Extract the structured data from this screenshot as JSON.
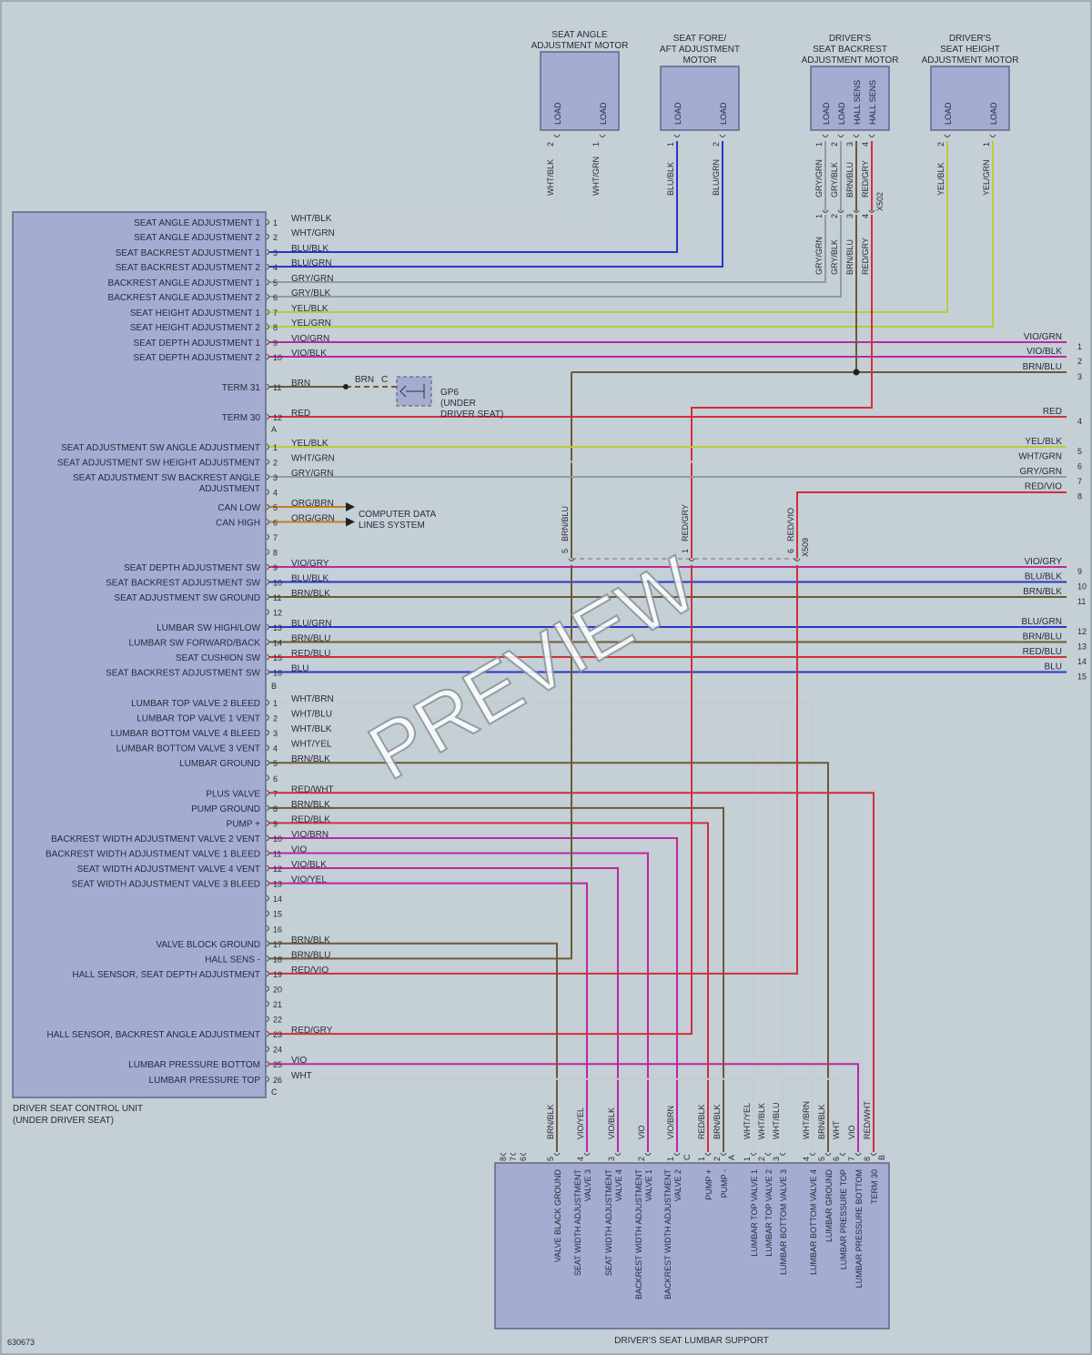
{
  "figure_id": "630673",
  "watermark": "PREVIEW",
  "ecu": {
    "title_line1": "DRIVER SEAT CONTROL UNIT",
    "title_line2": "(UNDER DRIVER SEAT)",
    "connector_A": "A",
    "connector_B": "B",
    "connector_C": "C"
  },
  "motors": [
    {
      "id": "seat-angle",
      "title": [
        "SEAT ANGLE",
        "ADJUSTMENT MOTOR"
      ],
      "pins": [
        {
          "num": "2",
          "label": "LOAD",
          "wire": "WHT/BLK"
        },
        {
          "num": "1",
          "label": "LOAD",
          "wire": "WHT/GRN"
        }
      ]
    },
    {
      "id": "seat-fore-aft",
      "title": [
        "SEAT FORE/",
        "AFT ADJUSTMENT",
        "MOTOR"
      ],
      "pins": [
        {
          "num": "1",
          "label": "LOAD",
          "wire": "BLU/BLK"
        },
        {
          "num": "2",
          "label": "LOAD",
          "wire": "BLU/GRN"
        }
      ]
    },
    {
      "id": "seat-backrest",
      "title": [
        "DRIVER'S",
        "SEAT BACKREST",
        "ADJUSTMENT MOTOR"
      ],
      "pins": [
        {
          "num": "1",
          "label": "LOAD",
          "wire": "GRY/GRN"
        },
        {
          "num": "2",
          "label": "LOAD",
          "wire": "GRY/BLK"
        },
        {
          "num": "3",
          "label": "HALL SENS",
          "wire": "BRN/BLU"
        },
        {
          "num": "4",
          "label": "HALL SENS",
          "wire": "RED/GRY"
        }
      ]
    },
    {
      "id": "seat-height",
      "title": [
        "DRIVER'S",
        "SEAT HEIGHT",
        "ADJUSTMENT MOTOR"
      ],
      "pins": [
        {
          "num": "2",
          "label": "LOAD",
          "wire": "YEL/BLK"
        },
        {
          "num": "1",
          "label": "LOAD",
          "wire": "YEL/GRN"
        }
      ]
    }
  ],
  "connector_x502": {
    "name": "X502",
    "pins": [
      {
        "num": "1",
        "wire": "GRY/GRN"
      },
      {
        "num": "2",
        "wire": "GRY/BLK"
      },
      {
        "num": "3",
        "wire": "BRN/BLU"
      },
      {
        "num": "4",
        "wire": "RED/GRY"
      }
    ]
  },
  "lower_wires": [
    "GRY/GRN",
    "GRY/BLK",
    "BRN/BLU",
    "RED/GRY"
  ],
  "ground": {
    "wire": "BRN",
    "connector": "C",
    "name": "GP6",
    "note_line1": "(UNDER",
    "note_line2": "DRIVER SEAT)"
  },
  "can_note": {
    "line1": "COMPUTER DATA",
    "line2": "LINES SYSTEM"
  },
  "connector_x509": {
    "name": "X509",
    "pins": [
      {
        "num": "5",
        "wire": "BRN/BLU"
      },
      {
        "num": "1",
        "wire": "RED/GRY"
      },
      {
        "num": "6",
        "wire": "RED/VIO"
      }
    ]
  },
  "pins_A": [
    {
      "num": "1",
      "func": "SEAT ANGLE ADJUSTMENT 1",
      "wire": "WHT/BLK"
    },
    {
      "num": "2",
      "func": "SEAT ANGLE ADJUSTMENT 2",
      "wire": "WHT/GRN"
    },
    {
      "num": "3",
      "func": "SEAT BACKREST ADJUSTMENT 1",
      "wire": "BLU/BLK"
    },
    {
      "num": "4",
      "func": "SEAT BACKREST ADJUSTMENT 2",
      "wire": "BLU/GRN"
    },
    {
      "num": "5",
      "func": "BACKREST ANGLE ADJUSTMENT 1",
      "wire": "GRY/GRN"
    },
    {
      "num": "6",
      "func": "BACKREST ANGLE ADJUSTMENT 2",
      "wire": "GRY/BLK"
    },
    {
      "num": "7",
      "func": "SEAT HEIGHT ADJUSTMENT 1",
      "wire": "YEL/BLK"
    },
    {
      "num": "8",
      "func": "SEAT HEIGHT ADJUSTMENT 2",
      "wire": "YEL/GRN"
    },
    {
      "num": "9",
      "func": "SEAT DEPTH ADJUSTMENT 1",
      "wire": "VIO/GRN",
      "right": "VIO/GRN",
      "rnum": "1"
    },
    {
      "num": "10",
      "func": "SEAT DEPTH ADJUSTMENT 2",
      "wire": "VIO/BLK",
      "right": "VIO/BLK",
      "rnum": "2"
    },
    {
      "num": "",
      "func": "",
      "wire": "",
      "right": "BRN/BLU",
      "rnum": "3"
    },
    {
      "num": "11",
      "func": "TERM 31",
      "wire": "BRN"
    },
    {
      "num": "12",
      "func": "TERM 30",
      "wire": "RED",
      "right": "RED",
      "rnum": "4"
    }
  ],
  "pins_B": [
    {
      "num": "1",
      "func": "SEAT ADJUSTMENT SW ANGLE ADJUSTMENT",
      "wire": "YEL/BLK",
      "right": "YEL/BLK",
      "rnum": "5"
    },
    {
      "num": "2",
      "func": "SEAT ADJUSTMENT SW HEIGHT ADJUSTMENT",
      "wire": "WHT/GRN",
      "right": "WHT/GRN",
      "rnum": "6"
    },
    {
      "num": "3",
      "func": "SEAT ADJUSTMENT SW BACKREST ANGLE",
      "func2": "ADJUSTMENT",
      "wire": "GRY/GRN",
      "right": "GRY/GRN",
      "rnum": "7"
    },
    {
      "num": "4",
      "func": "",
      "wire": "",
      "right": "RED/VIO",
      "rnum": "8"
    },
    {
      "num": "5",
      "func": "CAN LOW",
      "wire": "ORG/BRN"
    },
    {
      "num": "6",
      "func": "CAN HIGH",
      "wire": "ORG/GRN"
    },
    {
      "num": "7",
      "func": "",
      "wire": ""
    },
    {
      "num": "8",
      "func": "",
      "wire": ""
    },
    {
      "num": "9",
      "func": "SEAT DEPTH ADJUSTMENT SW",
      "wire": "VIO/GRY",
      "right": "VIO/GRY",
      "rnum": "9"
    },
    {
      "num": "10",
      "func": "SEAT BACKREST ADJUSTMENT SW",
      "wire": "BLU/BLK",
      "right": "BLU/BLK",
      "rnum": "10"
    },
    {
      "num": "11",
      "func": "SEAT ADJUSTMENT SW GROUND",
      "wire": "BRN/BLK",
      "right": "BRN/BLK",
      "rnum": "11"
    },
    {
      "num": "12",
      "func": "",
      "wire": ""
    },
    {
      "num": "13",
      "func": "LUMBAR SW HIGH/LOW",
      "wire": "BLU/GRN",
      "right": "BLU/GRN",
      "rnum": "12"
    },
    {
      "num": "14",
      "func": "LUMBAR SW FORWARD/BACK",
      "wire": "BRN/BLU",
      "right": "BRN/BLU",
      "rnum": "13"
    },
    {
      "num": "15",
      "func": "SEAT CUSHION SW",
      "wire": "RED/BLU",
      "right": "RED/BLU",
      "rnum": "14"
    },
    {
      "num": "16",
      "func": "SEAT BACKREST ADJUSTMENT SW",
      "wire": "BLU",
      "right": "BLU",
      "rnum": "15"
    }
  ],
  "pins_C": [
    {
      "num": "1",
      "func": "LUMBAR TOP VALVE 2 BLEED",
      "wire": "WHT/BRN"
    },
    {
      "num": "2",
      "func": "LUMBAR TOP VALVE 1 VENT",
      "wire": "WHT/BLU"
    },
    {
      "num": "3",
      "func": "LUMBAR BOTTOM VALVE 4 BLEED",
      "wire": "WHT/BLK"
    },
    {
      "num": "4",
      "func": "LUMBAR BOTTOM VALVE 3 VENT",
      "wire": "WHT/YEL"
    },
    {
      "num": "5",
      "func": "LUMBAR GROUND",
      "wire": "BRN/BLK"
    },
    {
      "num": "6",
      "func": "",
      "wire": ""
    },
    {
      "num": "7",
      "func": "PLUS VALVE",
      "wire": "RED/WHT"
    },
    {
      "num": "8",
      "func": "PUMP GROUND",
      "wire": "BRN/BLK"
    },
    {
      "num": "9",
      "func": "PUMP +",
      "wire": "RED/BLK"
    },
    {
      "num": "10",
      "func": "BACKREST WIDTH ADJUSTMENT VALVE 2 VENT",
      "wire": "VIO/BRN"
    },
    {
      "num": "11",
      "func": "BACKREST WIDTH ADJUSTMENT VALVE 1 BLEED",
      "wire": "VIO"
    },
    {
      "num": "12",
      "func": "SEAT WIDTH ADJUSTMENT VALVE 4 VENT",
      "wire": "VIO/BLK"
    },
    {
      "num": "13",
      "func": "SEAT WIDTH ADJUSTMENT VALVE 3 BLEED",
      "wire": "VIO/YEL"
    },
    {
      "num": "14",
      "func": "",
      "wire": ""
    },
    {
      "num": "15",
      "func": "",
      "wire": ""
    },
    {
      "num": "16",
      "func": "",
      "wire": ""
    },
    {
      "num": "17",
      "func": "VALVE BLOCK GROUND",
      "wire": "BRN/BLK"
    },
    {
      "num": "18",
      "func": "HALL SENS -",
      "wire": "BRN/BLU"
    },
    {
      "num": "19",
      "func": "HALL SENSOR, SEAT DEPTH ADJUSTMENT",
      "wire": "RED/VIO"
    },
    {
      "num": "20",
      "func": "",
      "wire": ""
    },
    {
      "num": "21",
      "func": "",
      "wire": ""
    },
    {
      "num": "22",
      "func": "",
      "wire": ""
    },
    {
      "num": "23",
      "func": "HALL SENSOR, BACKREST ANGLE ADJUSTMENT",
      "wire": "RED/GRY"
    },
    {
      "num": "24",
      "func": "",
      "wire": ""
    },
    {
      "num": "25",
      "func": "LUMBAR PRESSURE BOTTOM",
      "wire": "VIO"
    },
    {
      "num": "26",
      "func": "LUMBAR PRESSURE TOP",
      "wire": "WHT"
    }
  ],
  "lumbar": {
    "title": "DRIVER'S SEAT LUMBAR SUPPORT",
    "empty_pins_A": [
      "8",
      "7",
      "6"
    ],
    "connector_A": "A",
    "connector_B": "B",
    "connector_C": "C",
    "pins": [
      {
        "num": "5",
        "wire": "BRN/BLK",
        "label": [
          "VALVE BLACK GROUND"
        ]
      },
      {
        "num": "4",
        "wire": "VIO/YEL",
        "label": [
          "SEAT WIDTH ADJUSTMENT",
          "VALVE 3"
        ]
      },
      {
        "num": "3",
        "wire": "VIO/BLK",
        "label": [
          "SEAT WIDTH ADJUSTMENT",
          "VALVE 4"
        ]
      },
      {
        "num": "2",
        "wire": "VIO",
        "label": [
          "BACKREST WIDTH ADJUSTMENT",
          "VALVE 1"
        ]
      },
      {
        "num": "1",
        "wire": "VIO/BRN",
        "label": [
          "BACKREST WIDTH ADJUSTMENT",
          "VALVE 2"
        ]
      },
      {
        "num": "1",
        "wire": "RED/BLK",
        "label": [
          "PUMP +"
        ]
      },
      {
        "num": "2",
        "wire": "BRN/BLK",
        "label": [
          "PUMP -"
        ]
      },
      {
        "num": "1",
        "wire": "WHT/YEL",
        "label": [
          "LUMBAR TOP VALVE 1"
        ]
      },
      {
        "num": "2",
        "wire": "WHT/BLK",
        "label": [
          "LUMBAR TOP VALVE 2"
        ]
      },
      {
        "num": "3",
        "wire": "WHT/BLU",
        "label": [
          "LUMBAR BOTTOM VALVE 3"
        ]
      },
      {
        "num": "4",
        "wire": "WHT/BRN",
        "label": [
          "LUMBAR BOTTOM VALVE 4"
        ]
      },
      {
        "num": "5",
        "wire": "BRN/BLK",
        "label": [
          "LUMBAR GROUND"
        ]
      },
      {
        "num": "6",
        "wire": "WHT",
        "label": [
          "LUMBAR PRESSURE TOP"
        ]
      },
      {
        "num": "7",
        "wire": "VIO",
        "label": [
          "LUMBAR PRESSURE BOTTOM"
        ]
      },
      {
        "num": "8",
        "wire": "RED/WHT",
        "label": [
          "TERM 30"
        ]
      }
    ]
  },
  "colors": {
    "background": "#c4cfd6",
    "component_fill": "#a4acd2",
    "component_stroke": "#62668a",
    "text": "#2a2a3a",
    "wire_brn": "#6b5a35",
    "wire_red": "#d0303a",
    "wire_blu": "#2a36c8",
    "wire_vio": "#c0269f",
    "wire_gry": "#909ba0",
    "wire_yel": "#bccb3a",
    "wire_wht": "#c8cbcd",
    "wire_org": "#c2801d"
  }
}
